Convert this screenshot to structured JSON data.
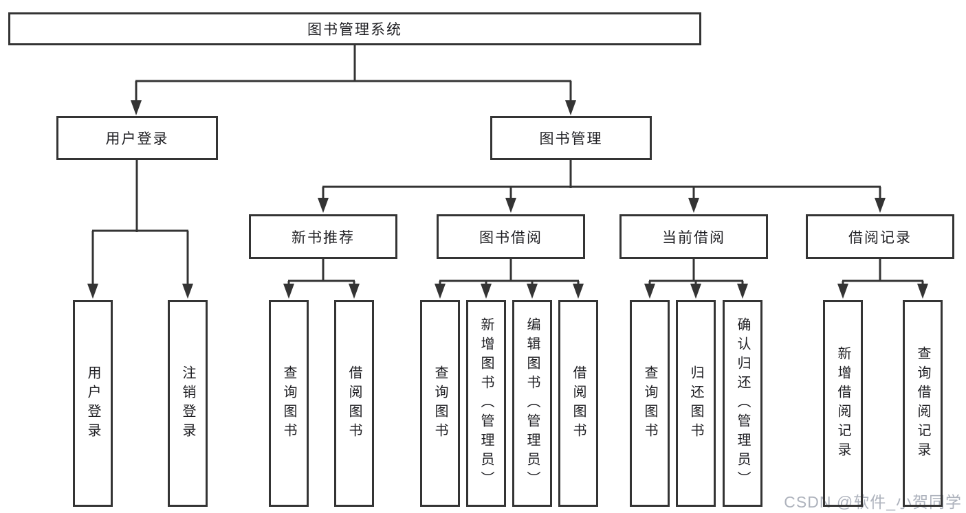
{
  "root": {
    "label": "图书管理系统"
  },
  "level2": [
    {
      "label": "用户登录"
    },
    {
      "label": "图书管理"
    }
  ],
  "groups": [
    {
      "label": "新书推荐"
    },
    {
      "label": "图书借阅"
    },
    {
      "label": "当前借阅"
    },
    {
      "label": "借阅记录"
    }
  ],
  "leaves": [
    {
      "label": "用户登录"
    },
    {
      "label": "注销登录"
    },
    {
      "label": "查询图书"
    },
    {
      "label": "借阅图书"
    },
    {
      "label": "查询图书"
    },
    {
      "label": "新增图书（管理员）"
    },
    {
      "label": "编辑图书（管理员）"
    },
    {
      "label": "借阅图书"
    },
    {
      "label": "查询图书"
    },
    {
      "label": "归还图书"
    },
    {
      "label": "确认归还（管理员）"
    },
    {
      "label": "新增借阅记录"
    },
    {
      "label": "查询借阅记录"
    }
  ],
  "watermark": {
    "text": "CSDN @软件_小贺同学"
  },
  "colors": {
    "line": "#343434",
    "text": "#202024",
    "watermark": "#a6abb6",
    "background": "#ffffff"
  }
}
